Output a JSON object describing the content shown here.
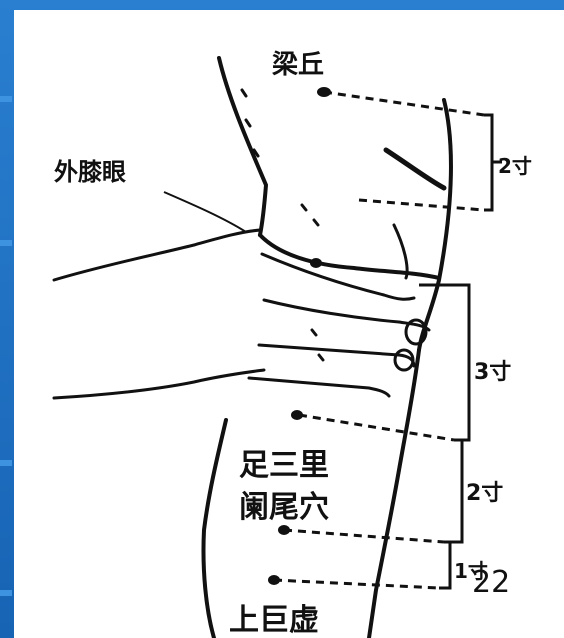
{
  "diagram": {
    "points": {
      "liangqiu": "梁丘",
      "waixiyan": "外膝眼",
      "zusanli": "足三里",
      "lanwei": "阑尾穴",
      "shangjuxu": "上巨虚"
    },
    "measurements": {
      "m1": "2寸",
      "m2": "3寸",
      "m3": "2寸",
      "m4": "1寸"
    }
  },
  "slide": {
    "page_number": "22"
  },
  "colors": {
    "background": "#1a6fc0",
    "panel": "#ffffff",
    "ink": "#111111"
  }
}
